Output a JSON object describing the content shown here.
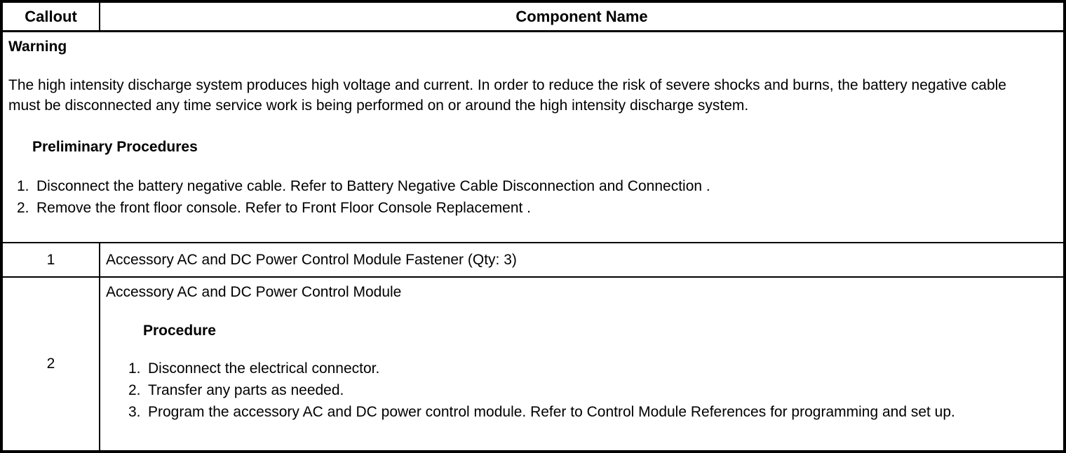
{
  "colors": {
    "border": "#000000",
    "background": "#ffffff",
    "text": "#000000"
  },
  "header": {
    "callout": "Callout",
    "component_name": "Component Name"
  },
  "warning": {
    "title": "Warning",
    "body": "The high intensity discharge system produces high voltage and current. In order to reduce the risk of severe shocks and burns, the battery negative cable must be disconnected any time service work is being performed on or around the high intensity discharge system.",
    "subheading": "Preliminary Procedures",
    "steps": [
      {
        "num": "1.",
        "text": "Disconnect the battery negative cable. Refer to Battery Negative Cable Disconnection and Connection ."
      },
      {
        "num": "2.",
        "text": "Remove the front floor console. Refer to Front Floor Console Replacement ."
      }
    ]
  },
  "rows": [
    {
      "callout": "1",
      "component": "Accessory AC and DC Power Control Module Fastener (Qty: 3)"
    },
    {
      "callout": "2",
      "component": "Accessory AC and DC Power Control Module",
      "procedure_heading": "Procedure",
      "steps": [
        {
          "num": "1.",
          "text": "Disconnect the electrical connector."
        },
        {
          "num": "2.",
          "text": "Transfer any parts as needed."
        },
        {
          "num": "3.",
          "text": "Program the accessory AC and DC power control module. Refer to Control Module References for programming and set up."
        }
      ]
    }
  ]
}
